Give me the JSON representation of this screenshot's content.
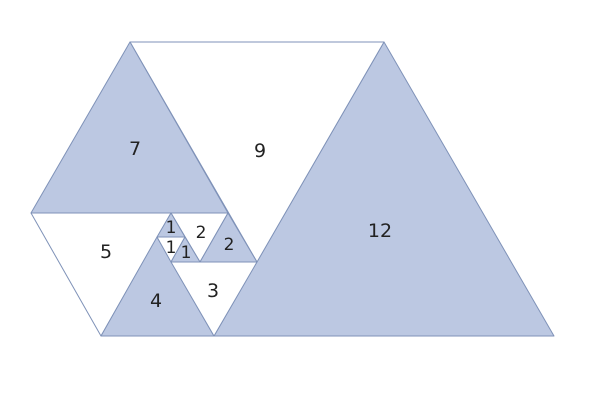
{
  "diagram": {
    "colors": {
      "filled": "#bcc8e2",
      "empty": "#ffffff",
      "stroke": "#7f92b8",
      "text": "#222222"
    },
    "triangles": [
      {
        "id": "tri-12",
        "label": "12",
        "filled": true
      },
      {
        "id": "tri-9",
        "label": "9",
        "filled": false
      },
      {
        "id": "tri-7",
        "label": "7",
        "filled": true
      },
      {
        "id": "tri-5",
        "label": "5",
        "filled": false
      },
      {
        "id": "tri-4",
        "label": "4",
        "filled": true
      },
      {
        "id": "tri-3",
        "label": "3",
        "filled": false
      },
      {
        "id": "tri-2a",
        "label": "2",
        "filled": false
      },
      {
        "id": "tri-2b",
        "label": "2",
        "filled": true
      },
      {
        "id": "tri-1a",
        "label": "1",
        "filled": true
      },
      {
        "id": "tri-1b",
        "label": "1",
        "filled": false
      },
      {
        "id": "tri-1c",
        "label": "1",
        "filled": true
      }
    ]
  }
}
